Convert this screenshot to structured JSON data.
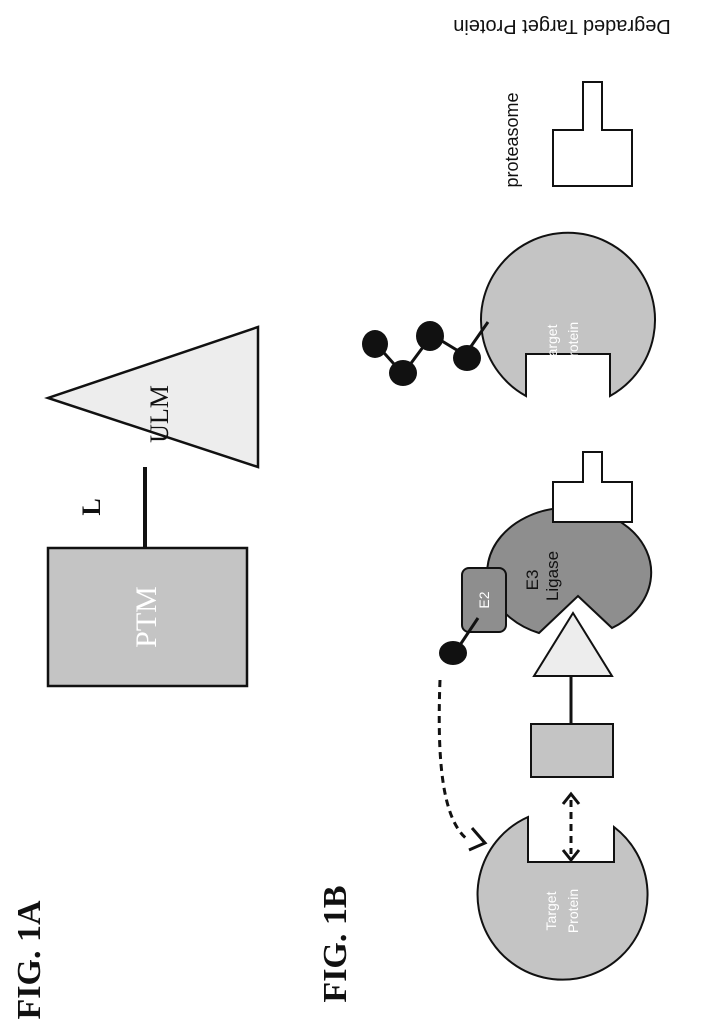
{
  "fig1a": {
    "label": "FIG. 1A",
    "ptm_label": "PTM",
    "ulm_label": "ULM",
    "linker_label": "L"
  },
  "fig1b": {
    "label": "FIG. 1B",
    "target_protein_label": "Target Protein",
    "target_protein_line1": "Target",
    "target_protein_line2": "Protein",
    "e2_label": "E2",
    "e3_line1": "E3",
    "e3_line2": "Ligase",
    "proteasome_label": "proteasome",
    "degraded_label": "Degraded Target Protein"
  },
  "colors": {
    "grey_fill": "#c4c4c4",
    "dark_grey_fill": "#8e8e8e",
    "triangle_fill": "#ededed",
    "ubiquitin": "#111111",
    "stroke": "#111111"
  }
}
